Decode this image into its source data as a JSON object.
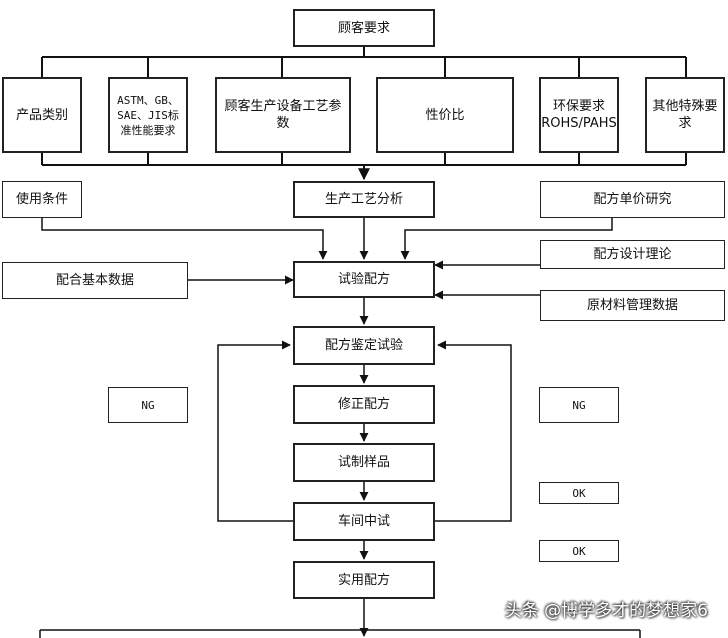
{
  "nodes": {
    "customer_req": "顾客要求",
    "product_category": "产品类别",
    "standards": "ASTM、GB、SAE、JIS标准性能要求",
    "process_params": "顾客生产设备工艺参数",
    "cost_perf": "性价比",
    "env_req": "环保要求 ROHS/PAHS",
    "other_req": "其他特殊要求",
    "use_cond": "使用条件",
    "process_analysis": "生产工艺分析",
    "unit_price": "配方单价研究",
    "design_theory": "配方设计理论",
    "basic_data": "配合基本数据",
    "trial_formula": "试验配方",
    "raw_material": "原材料管理数据",
    "identify_test": "配方鉴定试验",
    "ng_left": "NG",
    "ng_right": "NG",
    "revise": "修正配方",
    "sample": "试制样品",
    "ok_1": "OK",
    "workshop": "车间中试",
    "ok_2": "OK",
    "practical": "实用配方"
  },
  "watermark": "头条 @博学多才的梦想家6"
}
